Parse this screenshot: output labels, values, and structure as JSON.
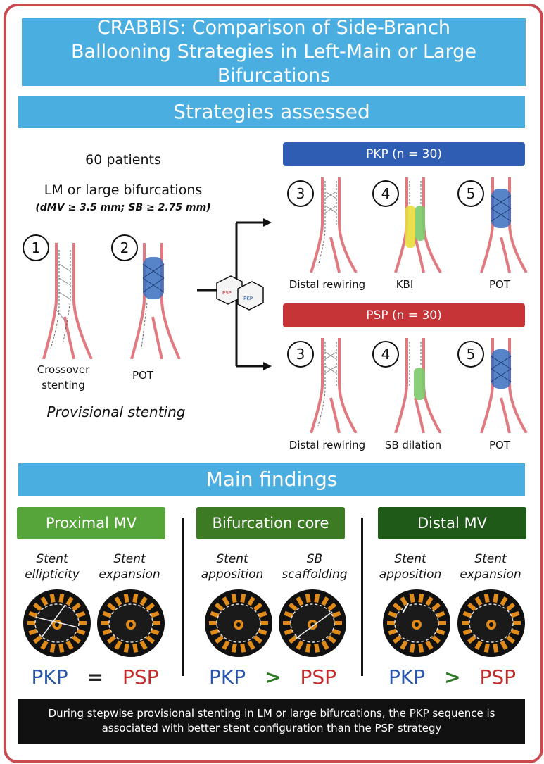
{
  "title": "CRABBIS: Comparison of Side-Branch Ballooning Strategies in Left-Main or Large Bifurcations",
  "sections": {
    "strategies": "Strategies assessed",
    "findings": "Main findings"
  },
  "population": {
    "patients": "60 patients",
    "lesions": "LM or large bifurcations",
    "criteria": "(dMV ≥ 3.5 mm; SB ≥ 2.75 mm)"
  },
  "provisional": {
    "steps": [
      {
        "num": "1",
        "label_line1": "Crossover",
        "label_line2": "stenting"
      },
      {
        "num": "2",
        "label_line1": "POT",
        "label_line2": ""
      }
    ],
    "caption": "Provisional stenting"
  },
  "pkp": {
    "header": "PKP (n = 30)",
    "color": "#2e5db3",
    "steps": [
      {
        "num": "3",
        "label": "Distal rewiring"
      },
      {
        "num": "4",
        "label": "KBI"
      },
      {
        "num": "5",
        "label": "POT"
      }
    ]
  },
  "psp": {
    "header": "PSP (n = 30)",
    "color": "#c73437",
    "steps": [
      {
        "num": "3",
        "label": "Distal rewiring"
      },
      {
        "num": "4",
        "label": "SB dilation"
      },
      {
        "num": "5",
        "label": "POT"
      }
    ]
  },
  "findings": [
    {
      "header": "Proximal MV",
      "color": "#56a53a",
      "metrics": [
        [
          "Stent",
          "ellipticity"
        ],
        [
          "Stent",
          "expansion"
        ]
      ],
      "left": "PKP",
      "op": "=",
      "right": "PSP"
    },
    {
      "header": "Bifurcation core",
      "color": "#3c7a24",
      "metrics": [
        [
          "Stent",
          "apposition"
        ],
        [
          "SB",
          "scaffolding"
        ]
      ],
      "left": "PKP",
      "op": ">",
      "right": "PSP"
    },
    {
      "header": "Distal MV",
      "color": "#1f5a19",
      "metrics": [
        [
          "Stent",
          "apposition"
        ],
        [
          "Stent",
          "expansion"
        ]
      ],
      "left": "PKP",
      "op": ">",
      "right": "PSP"
    }
  ],
  "conclusion": "During stepwise provisional stenting in LM or large bifurcations, the PKP sequence is associated with better stent configuration than the PSP strategy",
  "dice_labels": [
    "PSP",
    "PKP"
  ],
  "colors": {
    "frame": "#c94a50",
    "band": "#4aaee0",
    "vessel": "#e07a80",
    "stent": "#3a6fbf",
    "balloon_yellow": "#e8dc3a",
    "balloon_green": "#7cc96a",
    "oct_orange": "#e08a1a"
  }
}
